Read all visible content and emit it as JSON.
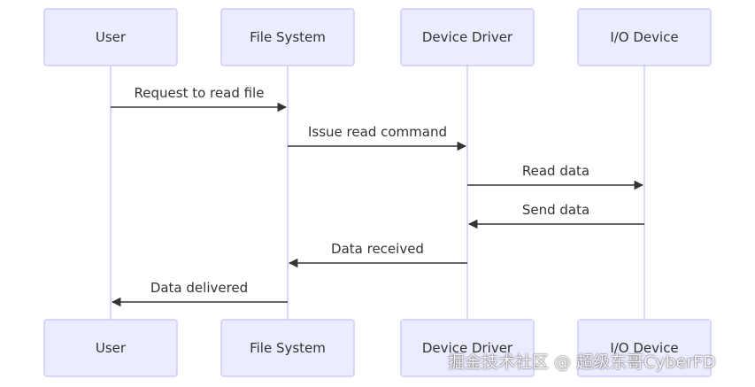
{
  "diagram": {
    "type": "sequence",
    "participants": [
      "User",
      "File System",
      "Device Driver",
      "I/O Device"
    ],
    "messages": [
      {
        "from": 0,
        "to": 1,
        "label": "Request to read file"
      },
      {
        "from": 1,
        "to": 2,
        "label": "Issue read command"
      },
      {
        "from": 2,
        "to": 3,
        "label": "Read data"
      },
      {
        "from": 3,
        "to": 2,
        "label": "Send data"
      },
      {
        "from": 2,
        "to": 1,
        "label": "Data received"
      },
      {
        "from": 1,
        "to": 0,
        "label": "Data delivered"
      }
    ],
    "colors": {
      "actor_fill": "#ECECFF",
      "actor_stroke": "#CCCCFF",
      "line": "#333333"
    }
  },
  "watermark": "掘金技术社区 @ 超级东哥CyberFD"
}
